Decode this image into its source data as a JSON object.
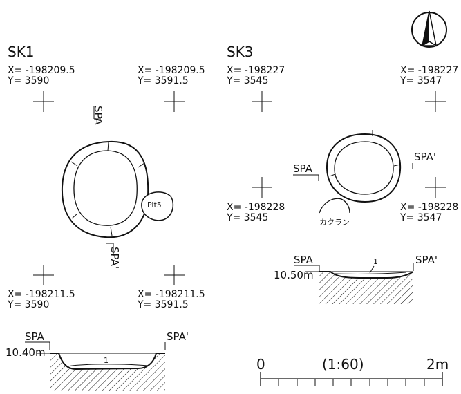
{
  "features": [
    {
      "id": "SK1",
      "title": "SK1",
      "corners": [
        {
          "x": "X= -198209.5",
          "y": "Y= 3590"
        },
        {
          "x": "X= -198209.5",
          "y": "Y= 3591.5"
        },
        {
          "x": "X= -198211.5",
          "y": "Y= 3590"
        },
        {
          "x": "X= -198211.5",
          "y": "Y= 3591.5"
        }
      ],
      "section_start": "SPA",
      "section_end": "SPA'",
      "pit_label": "Pit5",
      "elevation": "10.40m",
      "layer": "1"
    },
    {
      "id": "SK3",
      "title": "SK3",
      "corners": [
        {
          "x": "X= -198227",
          "y": "Y= 3545"
        },
        {
          "x": "X= -198227",
          "y": "Y= 3547"
        },
        {
          "x": "X= -198228",
          "y": "Y= 3545"
        },
        {
          "x": "X= -198228",
          "y": "Y= 3547"
        }
      ],
      "section_start": "SPA",
      "section_end": "SPA'",
      "disturbance_label": "カクラン",
      "elevation": "10.50m",
      "layer": "1"
    }
  ],
  "scale": {
    "zero": "0",
    "ratio": "(1:60)",
    "max": "2m"
  },
  "north_arrow_icon": "north-arrow-icon"
}
